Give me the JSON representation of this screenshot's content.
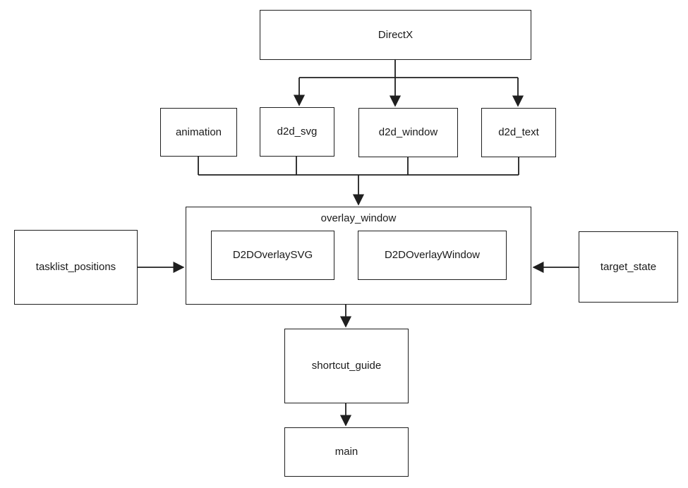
{
  "diagram": {
    "type": "flowchart",
    "nodes": {
      "directx": {
        "label": "DirectX"
      },
      "animation": {
        "label": "animation"
      },
      "d2d_svg": {
        "label": "d2d_svg"
      },
      "d2d_window": {
        "label": "d2d_window"
      },
      "d2d_text": {
        "label": "d2d_text"
      },
      "overlay_window": {
        "label": "overlay_window"
      },
      "d2d_overlay_svg": {
        "label": "D2DOverlaySVG",
        "parent": "overlay_window"
      },
      "d2d_overlay_window": {
        "label": "D2DOverlayWindow",
        "parent": "overlay_window"
      },
      "tasklist_positions": {
        "label": "tasklist_positions"
      },
      "target_state": {
        "label": "target_state"
      },
      "shortcut_guide": {
        "label": "shortcut_guide"
      },
      "main": {
        "label": "main"
      }
    },
    "edges": [
      {
        "from": "DirectX",
        "to": "d2d_svg",
        "arrow": true
      },
      {
        "from": "DirectX",
        "to": "d2d_window",
        "arrow": true
      },
      {
        "from": "DirectX",
        "to": "d2d_text",
        "arrow": true
      },
      {
        "from": "animation",
        "to": "overlay_window",
        "arrow": true
      },
      {
        "from": "d2d_svg",
        "to": "overlay_window",
        "arrow": true
      },
      {
        "from": "d2d_window",
        "to": "overlay_window",
        "arrow": true
      },
      {
        "from": "d2d_text",
        "to": "overlay_window",
        "arrow": true
      },
      {
        "from": "tasklist_positions",
        "to": "overlay_window",
        "arrow": true
      },
      {
        "from": "target_state",
        "to": "overlay_window",
        "arrow": true
      },
      {
        "from": "overlay_window",
        "to": "shortcut_guide",
        "arrow": true
      },
      {
        "from": "shortcut_guide",
        "to": "main",
        "arrow": true
      }
    ],
    "colors": {
      "line": "#1f1f1f",
      "box_border": "#1f1f1f",
      "box_fill": "#ffffff",
      "text": "#1a1a1a",
      "background": "#ffffff"
    }
  }
}
